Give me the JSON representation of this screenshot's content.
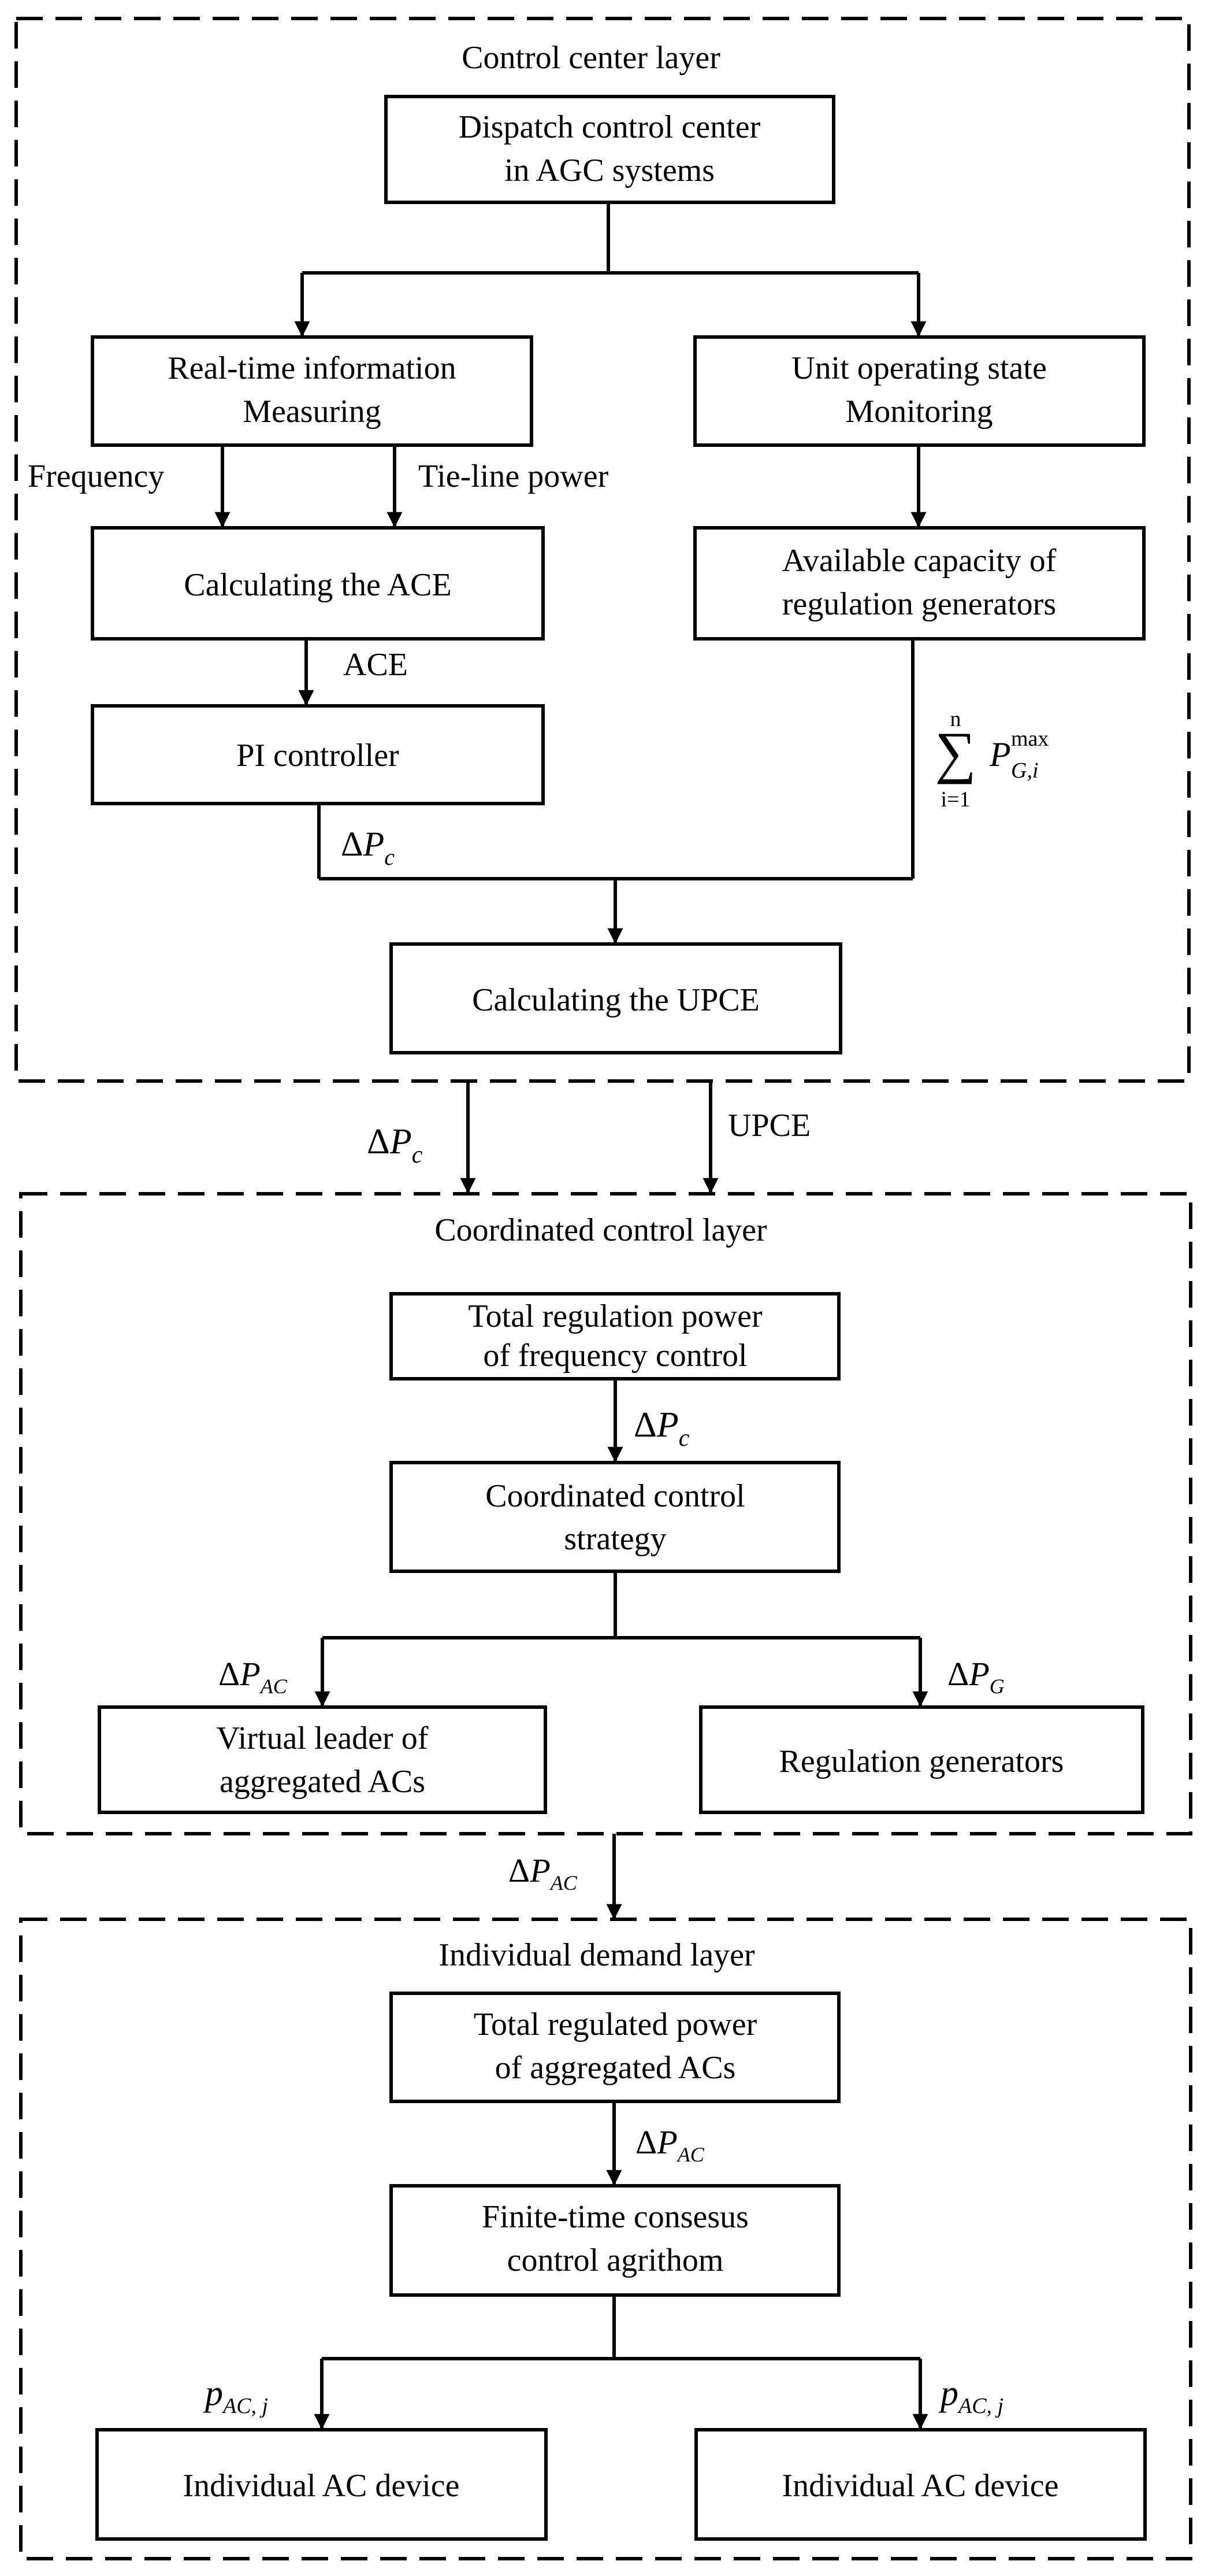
{
  "layers": {
    "control_center": "Control center layer",
    "coordinated": "Coordinated control layer",
    "individual": "Individual demand layer"
  },
  "boxes": {
    "dispatch": [
      "Dispatch control center",
      "in AGC systems"
    ],
    "realtime": [
      "Real-time information",
      "Measuring"
    ],
    "unit_state": [
      "Unit operating state",
      "Monitoring"
    ],
    "calc_ace": [
      "Calculating the ACE"
    ],
    "avail_cap": [
      "Available capacity of",
      "regulation generators"
    ],
    "pi": [
      "PI controller"
    ],
    "calc_upce": [
      "Calculating the UPCE"
    ],
    "total_reg": [
      "Total regulation power",
      "of frequency control"
    ],
    "coord_strategy": [
      "Coordinated control",
      "strategy"
    ],
    "virtual_leader": [
      "Virtual leader of",
      "aggregated ACs"
    ],
    "reg_gen": [
      "Regulation generators"
    ],
    "total_ac": [
      "Total regulated power",
      "of aggregated ACs"
    ],
    "finite_time": [
      "Finite-time consesus",
      "control agrithom"
    ],
    "ind_ac_left": [
      "Individual AC device"
    ],
    "ind_ac_right": [
      "Individual AC device"
    ]
  },
  "labels": {
    "frequency": "Frequency",
    "tie_line": "Tie-line power",
    "ace": "ACE",
    "upce": "UPCE",
    "delta": "Δ",
    "P": "P",
    "p": "p",
    "sub_c": "c",
    "sub_AC": "AC",
    "sub_G": "G",
    "sub_ACj": "AC, j",
    "sum_sym": "∑",
    "sum_top": "n",
    "sum_bottom": "i=1",
    "sum_sub": "G,i",
    "sum_sup": "max"
  }
}
